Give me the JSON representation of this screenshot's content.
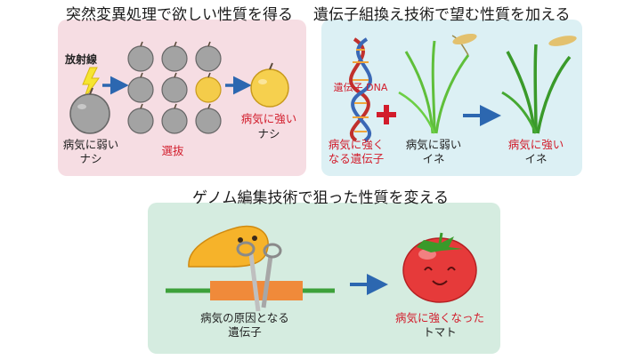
{
  "panels": {
    "mutation": {
      "title": "突然変異処理で欲しい性質を得る",
      "radiation_label": "放射線",
      "original_pear": [
        "病気に弱い",
        "ナシ"
      ],
      "selection_label": "選抜",
      "result_pear": "病気に強い",
      "result_pear_name": "ナシ",
      "colors": {
        "background": "#f6dde3",
        "accent": "#d21c2b",
        "arrow": "#2c67b0"
      }
    },
    "recombination": {
      "title": "遺伝子組換え技術で望む性質を加える",
      "dna_label": "遺伝子 DNA",
      "resistant_gene": [
        "病気に強く",
        "なる遺伝子"
      ],
      "weak_rice": [
        "病気に弱い",
        "イネ"
      ],
      "result_rice": "病気に強い",
      "result_rice_name": "イネ",
      "colors": {
        "background": "#dcf0f4"
      }
    },
    "genome": {
      "title": "ゲノム編集技術で狙った性質を変える",
      "target_gene": [
        "病気の原因となる",
        "遺伝子"
      ],
      "result_tomato": "病気に強くなった",
      "result_tomato_name": "トマト",
      "colors": {
        "background": "#d5ece0"
      }
    }
  }
}
